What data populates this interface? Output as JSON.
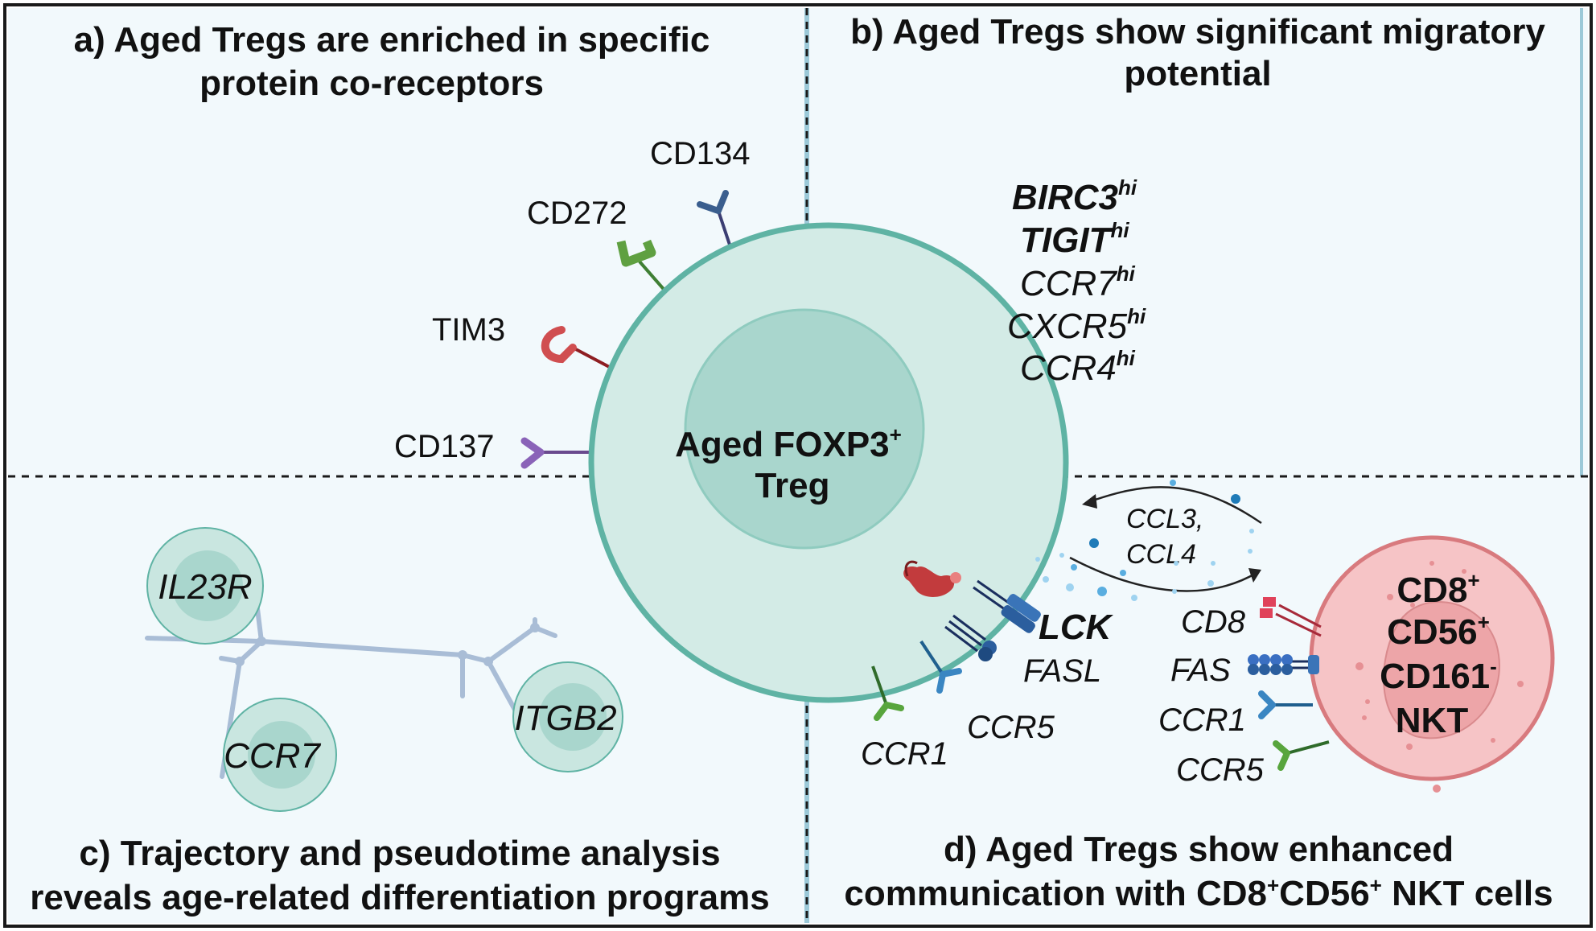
{
  "panels": {
    "a": {
      "title_line1": "a) Aged Tregs are enriched in specific",
      "title_line2": "protein co-receptors"
    },
    "b": {
      "title_line1": "b) Aged Tregs show significant migratory",
      "title_line2": "potential"
    },
    "c": {
      "title_line1": "c) Trajectory and pseudotime analysis",
      "title_line2": "reveals age-related differentiation programs"
    },
    "d": {
      "title_line1": "d) Aged Tregs show enhanced",
      "title_line2_pre": "communication with CD8",
      "title_line2_sup1": "+",
      "title_line2_mid": "CD56",
      "title_line2_sup2": "+",
      "title_line2_post": " NKT cells"
    }
  },
  "central_cell": {
    "line1": "Aged FOXP3",
    "line1_sup": "+",
    "line2": "Treg"
  },
  "receptors_a": [
    "CD134",
    "CD272",
    "TIM3",
    "CD137"
  ],
  "genes_b": [
    {
      "name": "BIRC3",
      "sup": "hi",
      "bold": true
    },
    {
      "name": "TIGIT",
      "sup": "hi",
      "bold": true
    },
    {
      "name": "CCR7",
      "sup": "hi",
      "bold": false
    },
    {
      "name": "CXCR5",
      "sup": "hi",
      "bold": false
    },
    {
      "name": "CCR4",
      "sup": "hi",
      "bold": false
    }
  ],
  "trajectory_cells": [
    "IL23R",
    "CCR7",
    "ITGB2"
  ],
  "panel_d": {
    "chemokines_line1": "CCL3,",
    "chemokines_line2": "CCL4",
    "treg_labels": {
      "lck": "LCK",
      "fasl": "FASL",
      "ccr5": "CCR5",
      "ccr1": "CCR1"
    },
    "nkt_labels": {
      "cd8": "CD8",
      "fas": "FAS",
      "ccr1": "CCR1",
      "ccr5": "CCR5"
    },
    "nkt_cell": {
      "l1": "CD8",
      "l1_sup": "+",
      "l2": "CD56",
      "l2_sup": "+",
      "l3": "CD161",
      "l3_sup": "-",
      "l4": "NKT"
    }
  },
  "colors": {
    "panel_bg": "#f2f9fc",
    "treg_fill": "#d3ebe6",
    "treg_stroke": "#5fb3a4",
    "nucleus_fill": "#a9d6cd",
    "nkt_fill": "#f6c4c6",
    "nkt_stroke": "#d87a7e",
    "trajectory": "#a9bdd6"
  }
}
